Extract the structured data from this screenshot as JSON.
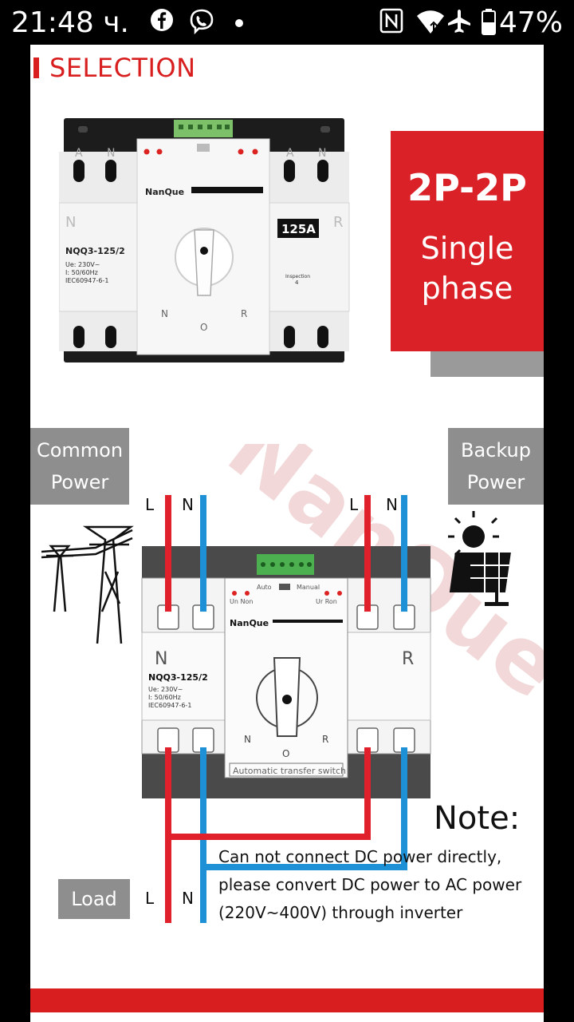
{
  "status_bar": {
    "time": "21:48 ч.",
    "battery": "47%",
    "icons": [
      "facebook-icon",
      "viber-icon",
      "dot-icon",
      "nfc-icon",
      "wifi-icon",
      "airplane-icon",
      "battery-icon"
    ]
  },
  "product": {
    "section_title": "SELECTION",
    "brand": "NanQue",
    "model": "NQQ3-125/2",
    "specs": [
      "Ue: 230V~",
      "I: 50/60Hz",
      "IEC60947-6-1"
    ],
    "rating": "125A",
    "inspection_label": "Inspection",
    "inspection_no": "4",
    "terminals_top": [
      "A",
      "N",
      "A",
      "N"
    ],
    "side_left": "N",
    "side_right": "R",
    "switch_positions": [
      "N",
      "O",
      "R"
    ],
    "card_title": "2P-2P",
    "card_sub_line1": "Single",
    "card_sub_line2": "phase"
  },
  "diagram": {
    "common_line1": "Common",
    "common_line2": "Power",
    "backup_line1": "Backup",
    "backup_line2": "Power",
    "load": "Load",
    "wire_l": "L",
    "wire_n": "N",
    "auto": "Auto",
    "manual": "Manual",
    "un_non": "Un Non",
    "ur_ron": "Ur Ron",
    "panel_label": "Automatic transfer switch",
    "watermark": "NanQue"
  },
  "note": {
    "title": "Note:",
    "line1": "Can not connect DC power directly,",
    "line2": "please convert DC power to AC  power",
    "line3": "(220V~400V)  through inverter"
  },
  "colors": {
    "accent": "#da2128",
    "wire_red": "#e0202a",
    "wire_blue": "#1e90d6",
    "tag_gray": "#8e8e8e"
  }
}
